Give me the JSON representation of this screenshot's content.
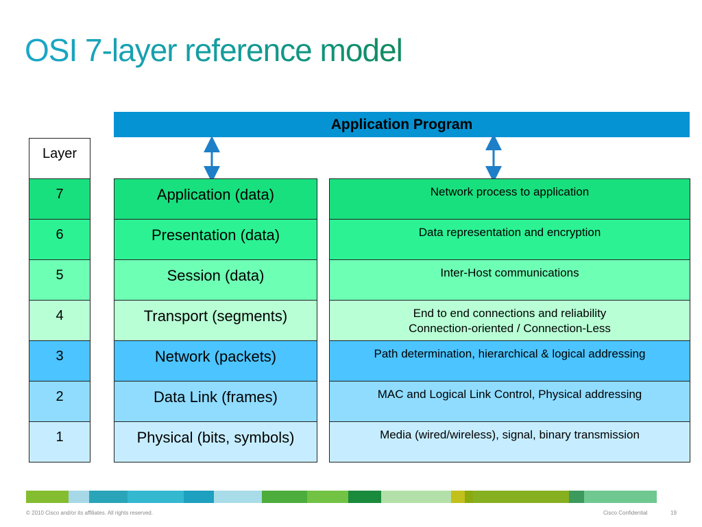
{
  "title": "OSI 7-layer reference model",
  "application_program": "Application Program",
  "layer_header": "Layer",
  "layers": [
    {
      "number": "7",
      "name": "Application (data)",
      "description_lines": [
        "Network process to application"
      ]
    },
    {
      "number": "6",
      "name": "Presentation (data)",
      "description_lines": [
        "Data representation and encryption"
      ]
    },
    {
      "number": "5",
      "name": "Session (data)",
      "description_lines": [
        "Inter-Host communications"
      ]
    },
    {
      "number": "4",
      "name": "Transport (segments)",
      "description_lines": [
        "End to end connections and reliability",
        "Connection-oriented / Connection-Less"
      ]
    },
    {
      "number": "3",
      "name": "Network (packets)",
      "description_lines": [
        "Path determination, hierarchical & logical addressing"
      ]
    },
    {
      "number": "2",
      "name": "Data Link (frames)",
      "description_lines": [
        "MAC and Logical Link Control, Physical addressing"
      ]
    },
    {
      "number": "1",
      "name": "Physical (bits, symbols)",
      "description_lines": [
        "Media (wired/wireless), signal, binary transmission"
      ]
    }
  ],
  "colors": {
    "layer7": "#19e07e",
    "layer6": "#2cf294",
    "layer5": "#6dffb4",
    "layer4": "#b8ffd6",
    "layer3": "#4bc4ff",
    "layer2": "#8fdcff",
    "layer1": "#c6edff",
    "app_bar": "#0593d3",
    "arrow": "#1e7fc8"
  },
  "footer": {
    "copyright": "© 2010 Cisco and/or its affiliates. All rights reserved.",
    "confidential": "Cisco Confidential",
    "page_number": "19"
  }
}
